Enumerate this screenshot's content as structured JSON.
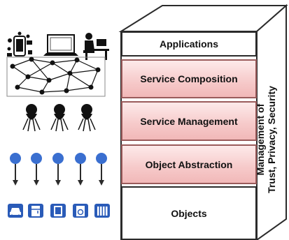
{
  "stack": {
    "layers": [
      {
        "label": "Applications"
      },
      {
        "label": "Service Composition"
      },
      {
        "label": "Service Management"
      },
      {
        "label": "Object Abstraction"
      },
      {
        "label": "Objects"
      }
    ],
    "side_label_line1": "Management of",
    "side_label_line2": "Trust, Privacy, Security"
  },
  "icons": {
    "devices": [
      "smart-devices-icon",
      "laptop-icon",
      "user-at-desk-icon"
    ],
    "network": "network-graph-icon",
    "service_agents": [
      "service-agent-icon",
      "service-agent-icon",
      "service-agent-icon"
    ],
    "sensor_pins": [
      "pin-arrow-icon",
      "pin-arrow-icon",
      "pin-arrow-icon",
      "pin-arrow-icon",
      "pin-arrow-icon"
    ],
    "objects": [
      "car-icon",
      "refrigerator-icon",
      "tablet-icon",
      "washing-machine-icon",
      "radiator-icon"
    ]
  },
  "colors": {
    "pink_fill": "#f6c9c9",
    "pin_blue": "#3a6fd0",
    "object_blue": "#2a5bb8"
  }
}
